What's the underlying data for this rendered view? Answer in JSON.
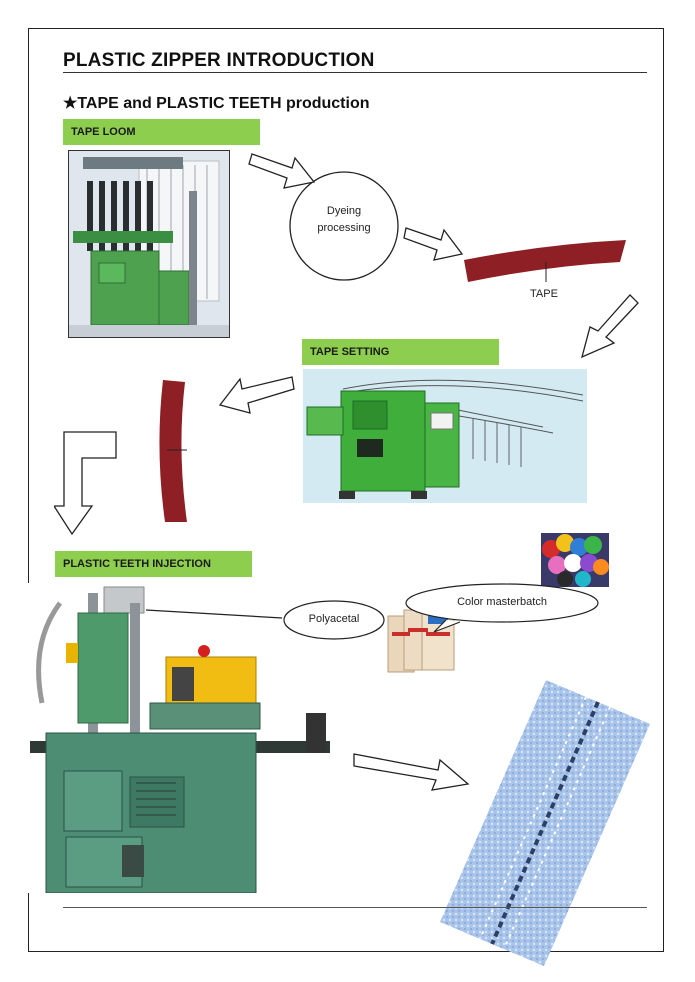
{
  "page": {
    "title": "PLASTIC ZIPPER INTRODUCTION",
    "section_title": "★TAPE and PLASTIC TEETH production"
  },
  "labels": {
    "tape_loom": "TAPE LOOM",
    "tape_setting": "TAPE SETTING",
    "injection": "PLASTIC TEETH INJECTION"
  },
  "bubbles": {
    "dyeing_line1": "Dyeing",
    "dyeing_line2": "processing",
    "polyacetal": "Polyacetal",
    "masterbatch": "Color masterbatch"
  },
  "annotations": {
    "tape": "TAPE"
  },
  "colors": {
    "label_green": "#8dce4f",
    "machine_green": "#3fae3a",
    "tape_red": "#8e1f24",
    "zipper_blue": "#a9c4ea"
  }
}
